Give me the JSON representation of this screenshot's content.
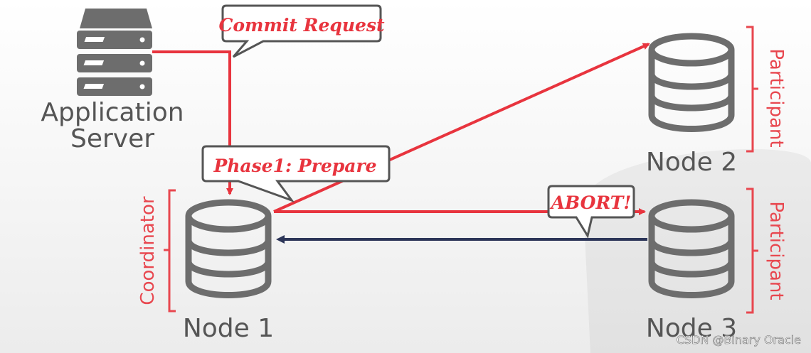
{
  "server": {
    "label_line1": "Application",
    "label_line2": "Server"
  },
  "nodes": [
    {
      "id": "node1",
      "label": "Node 1",
      "role": "Coordinator"
    },
    {
      "id": "node2",
      "label": "Node 2",
      "role": "Participant"
    },
    {
      "id": "node3",
      "label": "Node 3",
      "role": "Participant"
    }
  ],
  "callouts": {
    "commit_request": "Commit Request",
    "phase1": "Phase1: Prepare",
    "abort": "ABORT!"
  },
  "watermark": "CSDN @Binary Oracle",
  "colors": {
    "red": "#e8343e",
    "navy": "#2c3558",
    "icon_gray": "#6d6d6d",
    "label_gray": "#555555"
  }
}
